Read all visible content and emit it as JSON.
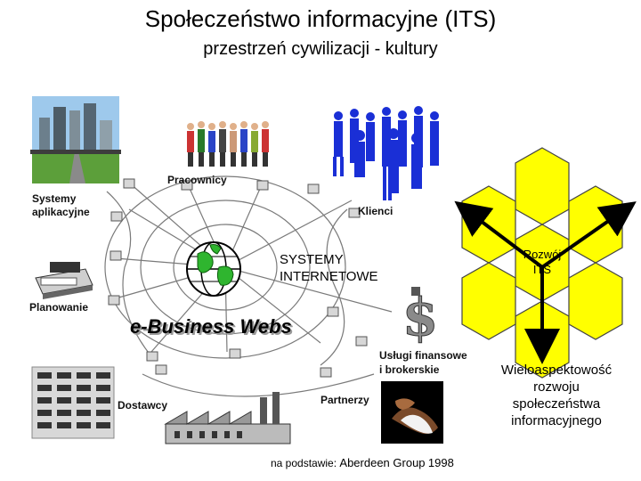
{
  "title": "Społeczeństwo informacyjne (ITS)",
  "subtitle": "przestrzeń cywilizacji - kultury",
  "labels": {
    "pracownicy": "Pracownicy",
    "klienci": "Klienci",
    "systemy_aplikacyjne": "Systemy\naplikacyjne",
    "systemy_internetowe": "SYSTEMY\nINTERNETOWE",
    "planowanie": "Planowanie",
    "ebusiness": "e-Business Webs",
    "uslugi": "Usługi finansowe\ni brokerskie",
    "partnerzy": "Partnerzy",
    "dostawcy": "Dostawcy"
  },
  "hex": {
    "center_label": "Rozwój\nITS",
    "color": "#ffff00"
  },
  "caption": "Wieloaspektowość\nrozwoju\nspołeczeństwa\ninformacyjnego",
  "source": {
    "prefix": "na podstawie:",
    "author": "Aberdeen Group",
    "year": "1998"
  },
  "colors": {
    "accent_blue": "#1a2fd6",
    "web_gray": "#888888"
  }
}
